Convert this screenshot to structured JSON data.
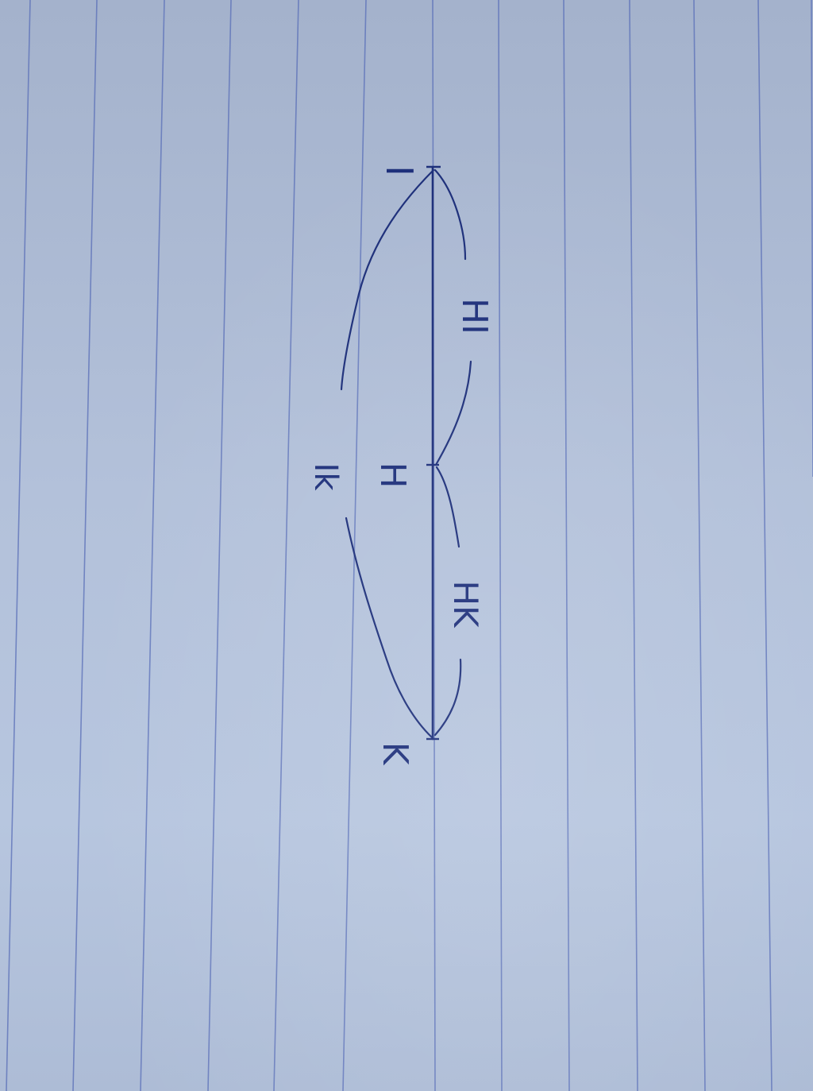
{
  "diagram": {
    "points": {
      "top": "I",
      "middle": "H",
      "bottom": "K"
    },
    "segments": {
      "hi": "HI",
      "hk": "HK",
      "ik": "Ik"
    }
  },
  "colors": {
    "paper": "#b3c1da",
    "ruled_lines": "#5a6fb8",
    "ink": "#1d2f7a"
  }
}
